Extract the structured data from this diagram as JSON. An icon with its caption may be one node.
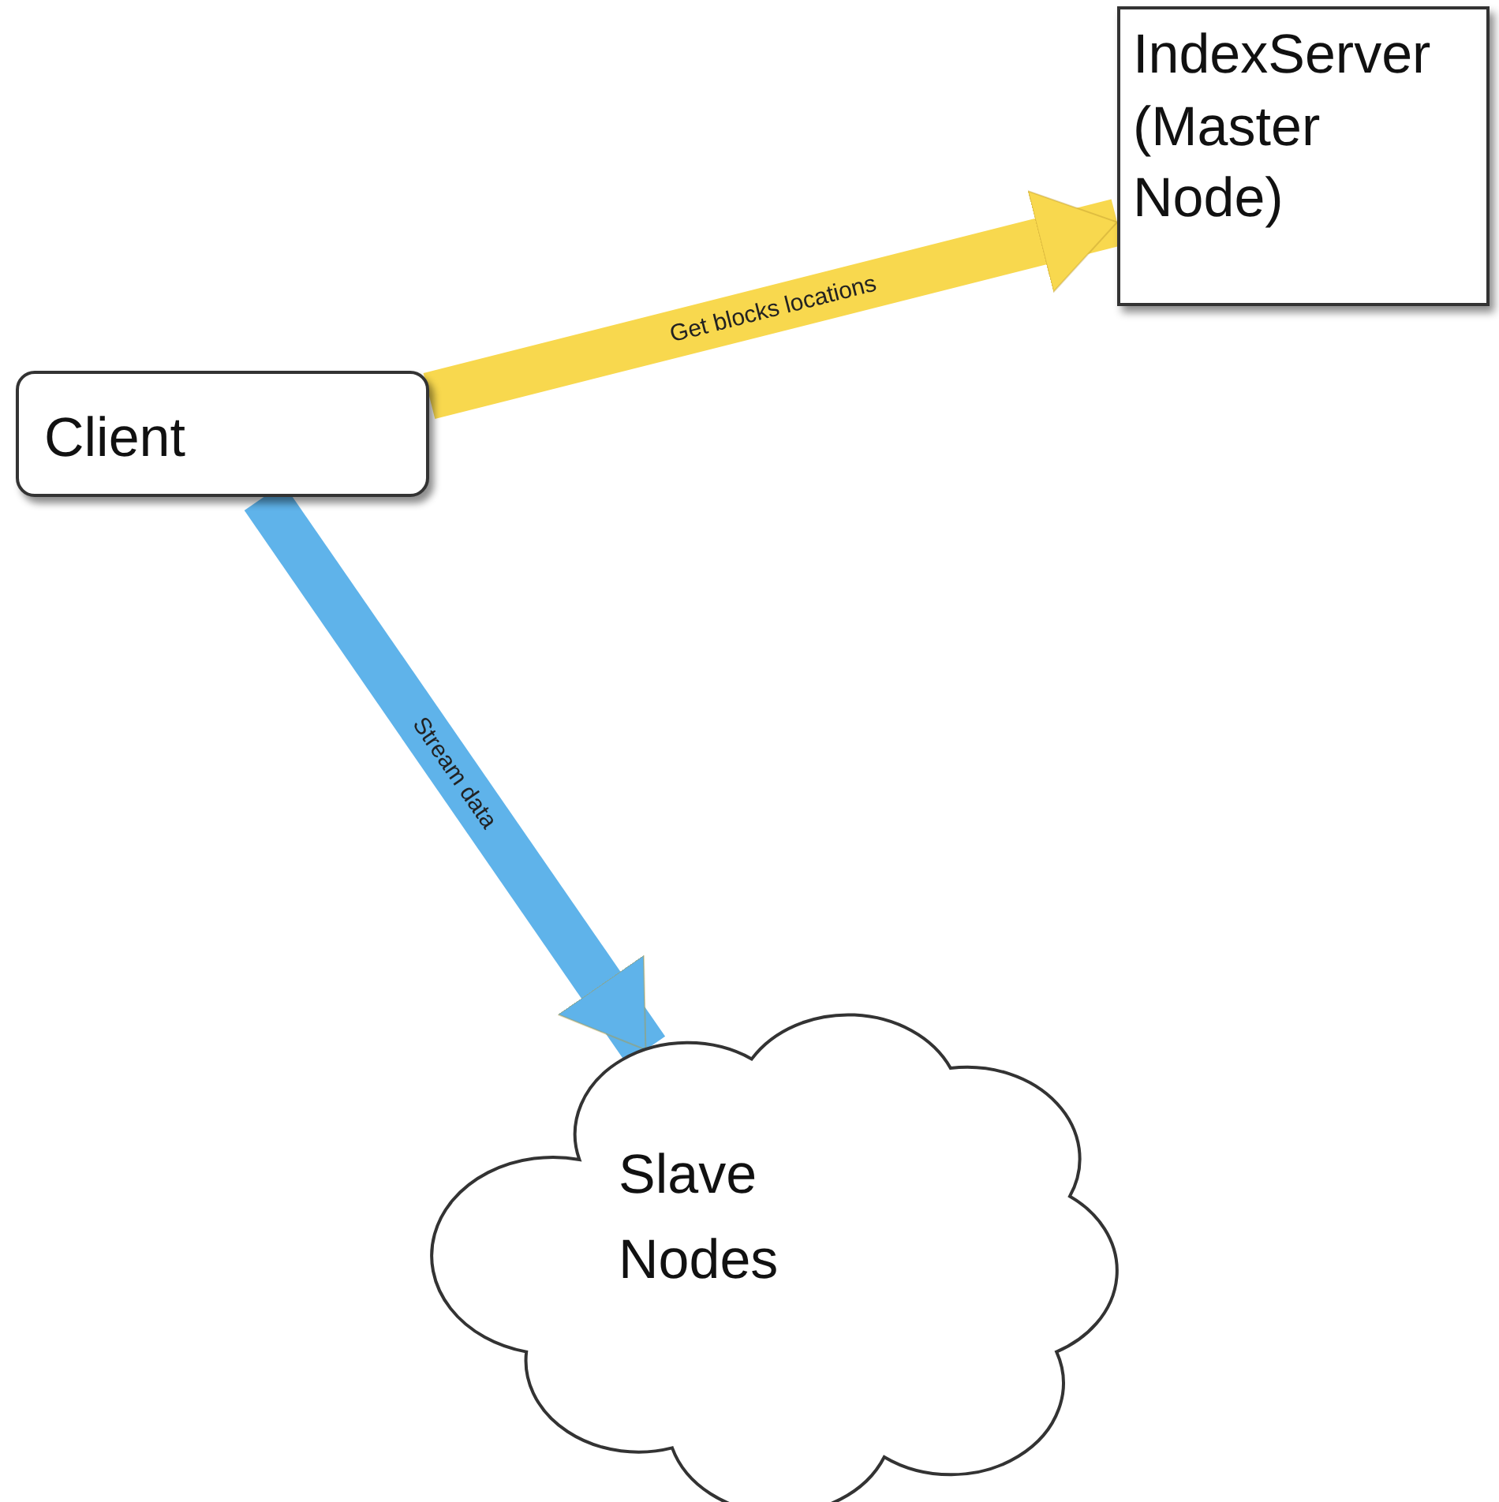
{
  "diagram": {
    "nodes": [
      {
        "text": [
          "Client"
        ]
      },
      {
        "text": [
          "IndexServer (Master Node)"
        ]
      },
      {
        "text": [
          "Slave Nodes"
        ]
      }
    ],
    "edges": [
      {
        "from": 0,
        "to": 1,
        "arrow": "to",
        "label": "Get blocks locations",
        "color": "#f8d84e"
      },
      {
        "from": 0,
        "to": 2,
        "arrow": "to",
        "label": "Stream data",
        "color": "#5fb3ea"
      }
    ]
  }
}
